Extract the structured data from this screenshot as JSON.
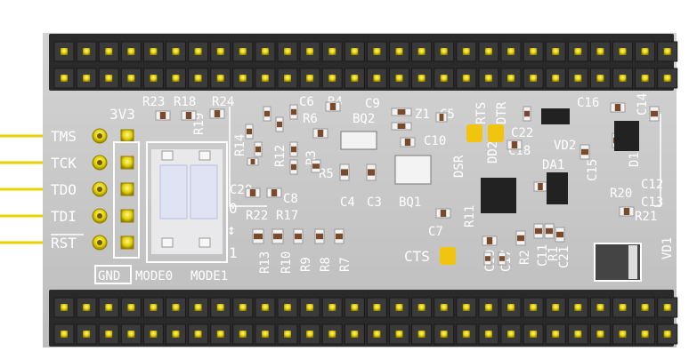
{
  "board": {
    "side_labels": [
      "TMS",
      "TCK",
      "TDO",
      "TDI",
      "RST"
    ],
    "top_labels": {
      "v33": "3V3",
      "r23": "R23",
      "r18": "R18",
      "r19": "R19",
      "r24": "R24",
      "c6": "C6",
      "r4": "R4",
      "r6": "R6",
      "c9": "C9",
      "bq2": "BQ2",
      "z1": "Z1",
      "c5": "C5",
      "c10": "C10",
      "rts": "RTS",
      "dtr": "DTR",
      "c22": "C22",
      "c16": "C16",
      "c14": "C14",
      "vd2": "VD2",
      "c18": "C18",
      "da1": "DA1"
    },
    "mid_labels": {
      "r14": "R14",
      "r12": "R12",
      "r3": "R3",
      "r5": "R5",
      "c4": "C4",
      "c3": "C3",
      "bq1": "BQ1",
      "dsr": "DSR",
      "dd2": "DD2",
      "c20": "C20",
      "c8": "C8",
      "r22": "R22",
      "r17": "R17",
      "c7": "C7",
      "r11": "R11",
      "c15": "C15",
      "d1": "D1",
      "r20": "R20",
      "c12": "C12",
      "c13": "C13",
      "r21": "R21"
    },
    "switch_labels": {
      "zero": "0",
      "arrow": "↕",
      "one": "1"
    },
    "bottom_labels": {
      "gnd": "GND",
      "mode0": "MODE0",
      "mode1": "MODE1",
      "r13": "R13",
      "r10": "R10",
      "r9": "R9",
      "r8": "R8",
      "r7": "R7",
      "cts": "CTS",
      "c19": "C19",
      "c17": "C17",
      "r2": "R2",
      "c11": "C11",
      "r1": "R1",
      "c21": "C21",
      "vd1": "VD1"
    },
    "colors": {
      "pcb": "#c9c9c9",
      "silkscreen": "#ffffff",
      "header_plastic": "#2a2a2a",
      "gold": "#e2cf00",
      "smd_body": "#7a4a2a",
      "ic_body": "#222222",
      "led": "#f1c40f"
    }
  }
}
